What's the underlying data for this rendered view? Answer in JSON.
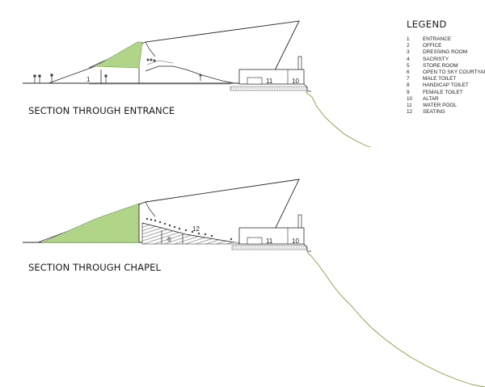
{
  "sections": [
    {
      "title": "SECTION THROUGH ENTRANCE",
      "labels": [
        "1",
        "11",
        "10"
      ]
    },
    {
      "title": "SECTION THROUGH CHAPEL",
      "labels": [
        "12",
        "6",
        "11",
        "10"
      ]
    }
  ],
  "legend": {
    "title": "LEGEND",
    "items": [
      {
        "num": "1",
        "label": "ENTRANCE"
      },
      {
        "num": "2",
        "label": "OFFICE"
      },
      {
        "num": "3",
        "label": "DRESSING ROOM"
      },
      {
        "num": "4",
        "label": "SACRISTY"
      },
      {
        "num": "5",
        "label": "STORE ROOM"
      },
      {
        "num": "6",
        "label": "OPEN TO SKY COURTYARD"
      },
      {
        "num": "7",
        "label": "MALE TOILET"
      },
      {
        "num": "8",
        "label": "HANDICAP TOILET"
      },
      {
        "num": "9",
        "label": "FEMALE TOILET"
      },
      {
        "num": "10",
        "label": "ALTAR"
      },
      {
        "num": "11",
        "label": "WATER POOL"
      },
      {
        "num": "12",
        "label": "SEATING"
      }
    ]
  },
  "colors": {
    "green_roof": "#a9cf7f",
    "terrain": "#8a9a3a",
    "line": "#2a2a2a",
    "hatch": "#9a9a9a"
  }
}
